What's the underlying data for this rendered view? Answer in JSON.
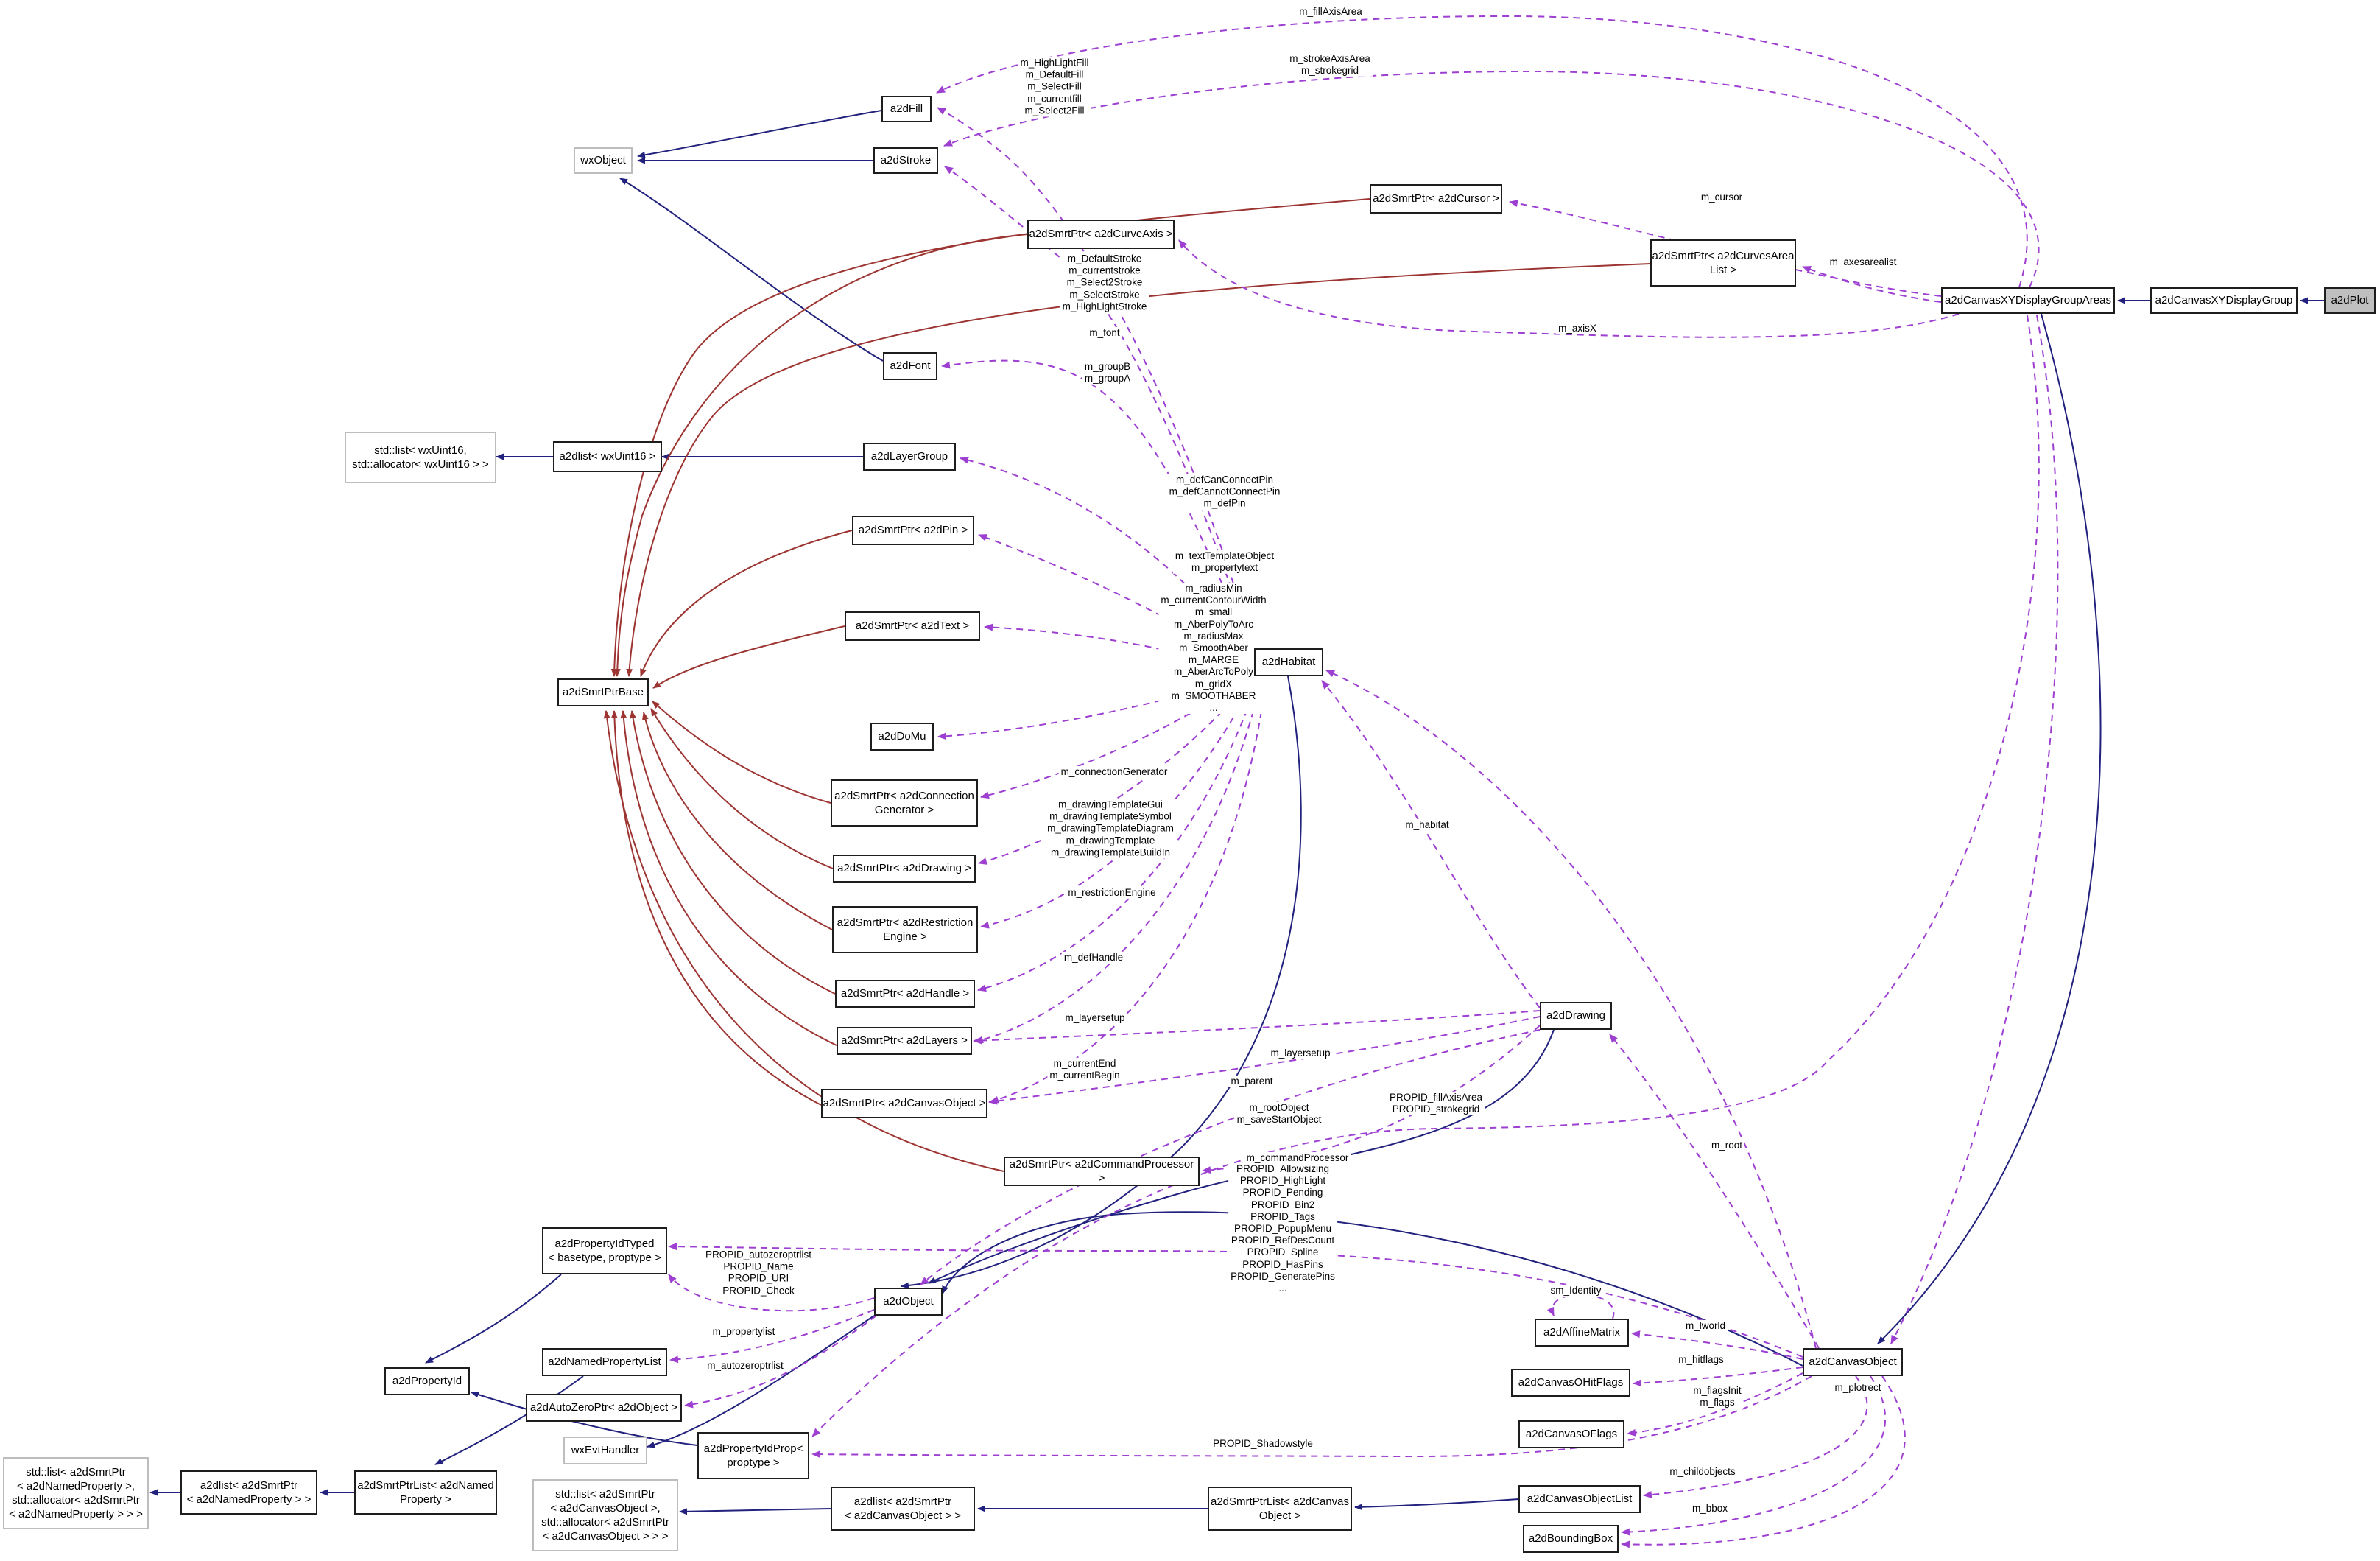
{
  "diagram": {
    "title": "a2dPlot collaboration diagram",
    "colors": {
      "inheritance": "#22227e",
      "template": "#9c3532",
      "usage": "#9d3fd1",
      "node_border": "#1d1d1d",
      "external_border": "#bdbdbd",
      "current_fill": "#bfbfbf",
      "background": "#ffffff"
    }
  },
  "nodes": [
    {
      "id": "wxobject",
      "label": "wxObject"
    },
    {
      "id": "a2dfill",
      "label": "a2dFill"
    },
    {
      "id": "a2dstroke",
      "label": "a2dStroke"
    },
    {
      "id": "ptr-cursor",
      "label": "a2dSmrtPtr< a2dCursor >"
    },
    {
      "id": "ptr-curveaxis",
      "label": "a2dSmrtPtr< a2dCurveAxis >"
    },
    {
      "id": "ptr-curvesarealist",
      "label": "a2dSmrtPtr< a2dCurvesArea\nList >"
    },
    {
      "id": "xy-areas",
      "label": "a2dCanvasXYDisplayGroupAreas"
    },
    {
      "id": "xy-group",
      "label": "a2dCanvasXYDisplayGroup"
    },
    {
      "id": "a2dplot",
      "label": "a2dPlot"
    },
    {
      "id": "a2dfont",
      "label": "a2dFont"
    },
    {
      "id": "stdlist-wxuint",
      "label": "std::list< wxUint16,\nstd::allocator< wxUint16 > >"
    },
    {
      "id": "a2dlist-wxuint",
      "label": "a2dlist< wxUint16 >"
    },
    {
      "id": "a2dlayergroup",
      "label": "a2dLayerGroup"
    },
    {
      "id": "ptr-pin",
      "label": "a2dSmrtPtr< a2dPin >"
    },
    {
      "id": "ptr-text",
      "label": "a2dSmrtPtr< a2dText >"
    },
    {
      "id": "a2ddomu",
      "label": "a2dDoMu"
    },
    {
      "id": "smrtptrbase",
      "label": "a2dSmrtPtrBase"
    },
    {
      "id": "ptr-conngen",
      "label": "a2dSmrtPtr< a2dConnection\nGenerator >"
    },
    {
      "id": "a2dhabitat",
      "label": "a2dHabitat"
    },
    {
      "id": "ptr-drawing",
      "label": "a2dSmrtPtr< a2dDrawing >"
    },
    {
      "id": "ptr-restrengine",
      "label": "a2dSmrtPtr< a2dRestriction\nEngine >"
    },
    {
      "id": "ptr-handle",
      "label": "a2dSmrtPtr< a2dHandle >"
    },
    {
      "id": "ptr-layers",
      "label": "a2dSmrtPtr< a2dLayers >"
    },
    {
      "id": "ptr-canvasobject",
      "label": "a2dSmrtPtr< a2dCanvasObject >"
    },
    {
      "id": "ptr-commandproc",
      "label": "a2dSmrtPtr< a2dCommandProcessor >"
    },
    {
      "id": "a2ddrawing",
      "label": "a2dDrawing"
    },
    {
      "id": "propidtyped",
      "label": "a2dPropertyIdTyped\n< basetype, proptype >"
    },
    {
      "id": "a2dobject",
      "label": "a2dObject"
    },
    {
      "id": "namedpropertylist",
      "label": "a2dNamedPropertyList"
    },
    {
      "id": "autozeroptr",
      "label": "a2dAutoZeroPtr< a2dObject >"
    },
    {
      "id": "wxevthandler",
      "label": "wxEvtHandler"
    },
    {
      "id": "a2dpropertyid",
      "label": "a2dPropertyId"
    },
    {
      "id": "propidprop",
      "label": "a2dPropertyIdProp<\nproptype >"
    },
    {
      "id": "stdlist-namedprop",
      "label": "std::list< a2dSmrtPtr\n< a2dNamedProperty >,\nstd::allocator< a2dSmrtPtr\n< a2dNamedProperty > > >"
    },
    {
      "id": "a2dlist-namedprop",
      "label": "a2dlist< a2dSmrtPtr\n< a2dNamedProperty > >"
    },
    {
      "id": "smrtptrlist-namedprop",
      "label": "a2dSmrtPtrList< a2dNamed\nProperty >"
    },
    {
      "id": "stdlist-canvasobj",
      "label": "std::list< a2dSmrtPtr\n< a2dCanvasObject >,\nstd::allocator< a2dSmrtPtr\n< a2dCanvasObject > > >"
    },
    {
      "id": "a2dlist-canvasobj",
      "label": "a2dlist< a2dSmrtPtr\n< a2dCanvasObject > >"
    },
    {
      "id": "smrtptrlist-canvasobj",
      "label": "a2dSmrtPtrList< a2dCanvas\nObject >"
    },
    {
      "id": "canvasobjectlist",
      "label": "a2dCanvasObjectList"
    },
    {
      "id": "boundingbox",
      "label": "a2dBoundingBox"
    },
    {
      "id": "affinematrix",
      "label": "a2dAffineMatrix"
    },
    {
      "id": "ohitflags",
      "label": "a2dCanvasOHitFlags"
    },
    {
      "id": "oflags",
      "label": "a2dCanvasOFlags"
    },
    {
      "id": "canvasobject",
      "label": "a2dCanvasObject"
    }
  ],
  "edge_labels": [
    {
      "text": "m_fillAxisArea"
    },
    {
      "text": "m_strokeAxisArea\nm_strokegrid"
    },
    {
      "text": "m_HighLightFill\nm_DefaultFill\nm_SelectFill\nm_currentfill\nm_Select2Fill"
    },
    {
      "text": "m_cursor"
    },
    {
      "text": "m_axesarealist"
    },
    {
      "text": "m_axisX"
    },
    {
      "text": "m_DefaultStroke\nm_currentstroke\nm_Select2Stroke\nm_SelectStroke\nm_HighLightStroke"
    },
    {
      "text": "m_font"
    },
    {
      "text": "m_groupB\nm_groupA"
    },
    {
      "text": "m_defCanConnectPin\nm_defCannotConnectPin\nm_defPin"
    },
    {
      "text": "m_textTemplateObject\nm_propertytext"
    },
    {
      "text": "m_radiusMin\nm_currentContourWidth\nm_small\nm_AberPolyToArc\nm_radiusMax\nm_SmoothAber\nm_MARGE\nm_AberArcToPoly\nm_gridX\nm_SMOOTHABER\n..."
    },
    {
      "text": "m_connectionGenerator"
    },
    {
      "text": "m_drawingTemplateGui\nm_drawingTemplateSymbol\nm_drawingTemplateDiagram\nm_drawingTemplate\nm_drawingTemplateBuildIn"
    },
    {
      "text": "m_restrictionEngine"
    },
    {
      "text": "m_defHandle"
    },
    {
      "text": "m_layersetup"
    },
    {
      "text": "m_currentEnd\nm_currentBegin"
    },
    {
      "text": "m_layersetup"
    },
    {
      "text": "m_rootObject\nm_saveStartObject"
    },
    {
      "text": "m_commandProcessor"
    },
    {
      "text": "m_habitat"
    },
    {
      "text": "PROPID_fillAxisArea\nPROPID_strokegrid"
    },
    {
      "text": "m_root"
    },
    {
      "text": "m_parent"
    },
    {
      "text": "PROPID_Allowsizing\nPROPID_HighLight\nPROPID_Pending\nPROPID_Bin2\nPROPID_Tags\nPROPID_PopupMenu\nPROPID_RefDesCount\nPROPID_Spline\nPROPID_HasPins\nPROPID_GeneratePins\n..."
    },
    {
      "text": "PROPID_autozeroptrlist\nPROPID_Name\nPROPID_URI\nPROPID_Check"
    },
    {
      "text": "m_propertylist"
    },
    {
      "text": "m_autozeroptrlist"
    },
    {
      "text": "sm_Identity"
    },
    {
      "text": "m_lworld"
    },
    {
      "text": "m_hitflags"
    },
    {
      "text": "m_flagsInit\nm_flags"
    },
    {
      "text": "m_plotrect"
    },
    {
      "text": "PROPID_Shadowstyle"
    },
    {
      "text": "m_childobjects"
    },
    {
      "text": "m_bbox"
    }
  ]
}
